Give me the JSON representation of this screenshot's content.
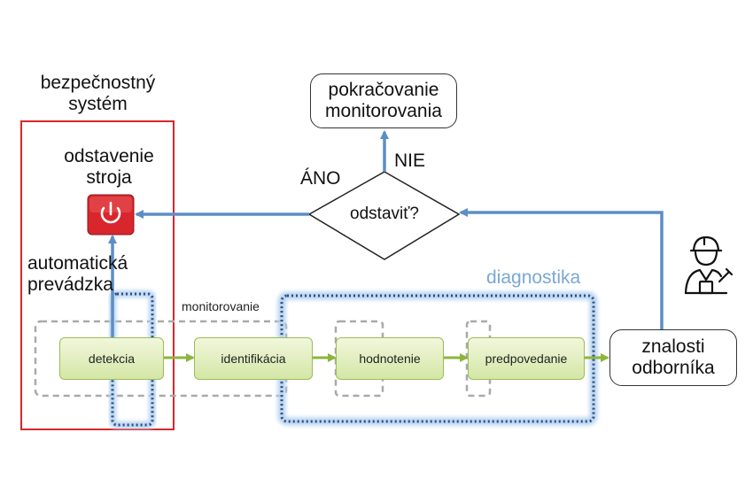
{
  "safety": {
    "title_line1": "bezpečnostný",
    "title_line2": "systém",
    "shutdown_line1": "odstavenie",
    "shutdown_line2": "stroja",
    "auto_line1": "automatická",
    "auto_line2": "prevádzka"
  },
  "decision": {
    "question": "odstaviť?",
    "yes": "ÁNO",
    "no": "NIE"
  },
  "continue_box": {
    "line1": "pokračovanie",
    "line2": "monitorovania"
  },
  "expert_box": {
    "line1": "znalosti",
    "line2": "odborníka"
  },
  "groups": {
    "monitoring": "monitorovanie",
    "diagnostics": "diagnostika"
  },
  "stages": [
    "detekcia",
    "identifikácia",
    "hodnotenie",
    "predpovedanie"
  ],
  "colors": {
    "safety_border": "#d9262b",
    "flow_arrow": "#5b8ec6",
    "stage_arrow": "#8db53c",
    "diagnostics_label": "#7aa7d6",
    "power_button": "#d8262c"
  },
  "icons": [
    "power-icon",
    "expert-person-icon"
  ]
}
